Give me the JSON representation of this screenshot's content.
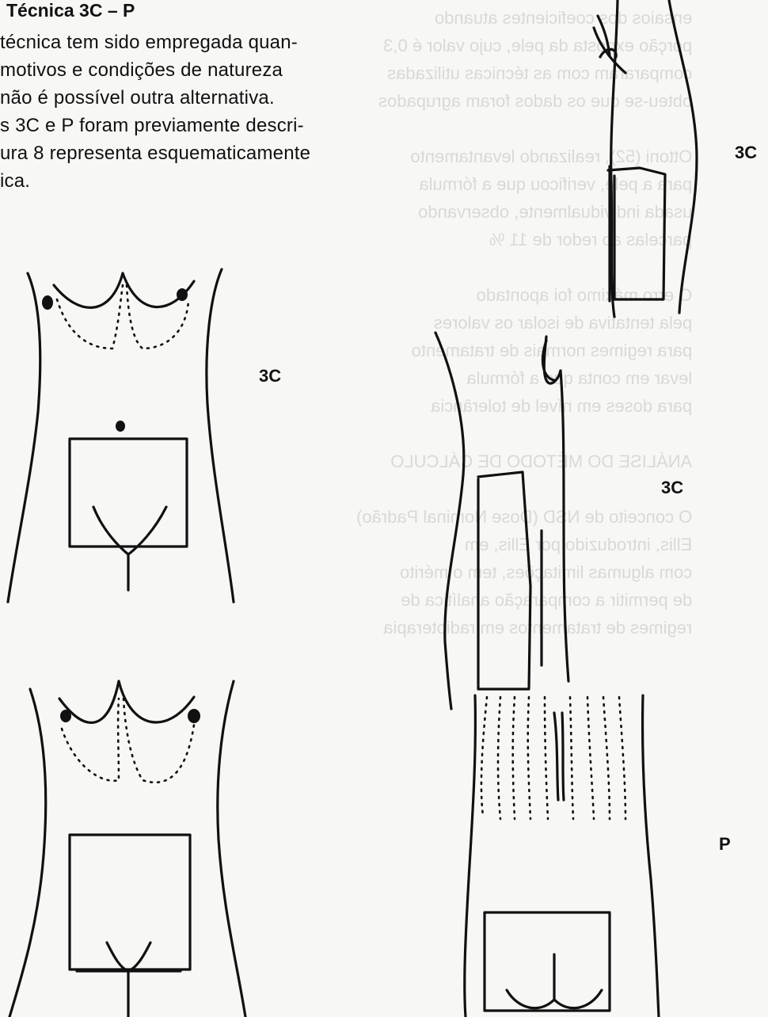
{
  "heading": "Técnica 3C – P",
  "paragraph_lines": [
    "técnica tem sido empregada quan-",
    "motivos e condições de natureza",
    "não é possível outra alternativa.",
    "s 3C e P foram previamente descri-",
    "ura 8 representa esquematicamente",
    "ica."
  ],
  "figure_labels": {
    "front_upper": "3C",
    "side_upper": "3C",
    "side_lower": "3C",
    "back": "P"
  }
}
